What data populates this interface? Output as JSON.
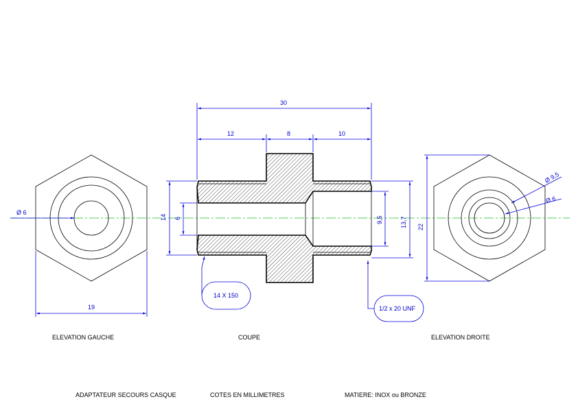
{
  "dimensions": {
    "total_length": "30",
    "seg_left": "12",
    "seg_mid": "8",
    "seg_right": "10",
    "dia_left_outer": "14",
    "dia_left_inner": "6",
    "dia_right_inner": "9,5",
    "dia_right_outer": "13,7",
    "hex_flats": "19",
    "hex_corners": "22",
    "left_bore_dia": "Ø 6",
    "right_bore_dia_outer": "Ø 9,5",
    "right_bore_dia_inner": "Ø 6"
  },
  "callouts": {
    "left_thread": "14 X 150",
    "right_thread": "1/2 x 20 UNF"
  },
  "views": {
    "left": "ELEVATION GAUCHE",
    "section": "COUPE",
    "right": "ELEVATION DROITE"
  },
  "title_block": {
    "name": "ADAPTATEUR SECOURS CASQUE",
    "units": "COTES EN MILLIMETRES",
    "material": "MATIERE: INOX ou BRONZE"
  },
  "colors": {
    "dimension": "#0000dd",
    "centerline": "#22bb22",
    "outline": "#000000"
  }
}
